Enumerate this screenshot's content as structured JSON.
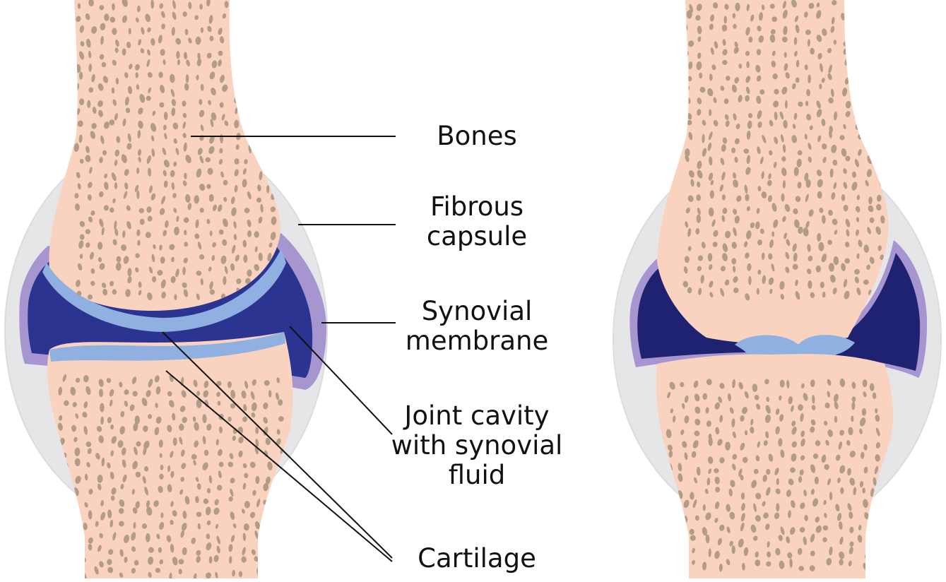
{
  "labels": {
    "bones": "Bones",
    "fibrous_capsule": [
      "Fibrous",
      "capsule"
    ],
    "synovial_membrane": [
      "Synovial",
      "membrane"
    ],
    "joint_cavity": [
      "Joint cavity",
      "with synovial",
      "fluid"
    ],
    "cartilage": "Cartilage"
  },
  "colors": {
    "bone": "#f9d3bf",
    "bone_pore": "#b39c87",
    "capsule": "#e6e6e8",
    "capsule_edge": "#d6d6d9",
    "membrane": "#a695cf",
    "cartilage": "#8fb0e0",
    "cavity": "#2b3490",
    "leader_line": "#111111"
  }
}
